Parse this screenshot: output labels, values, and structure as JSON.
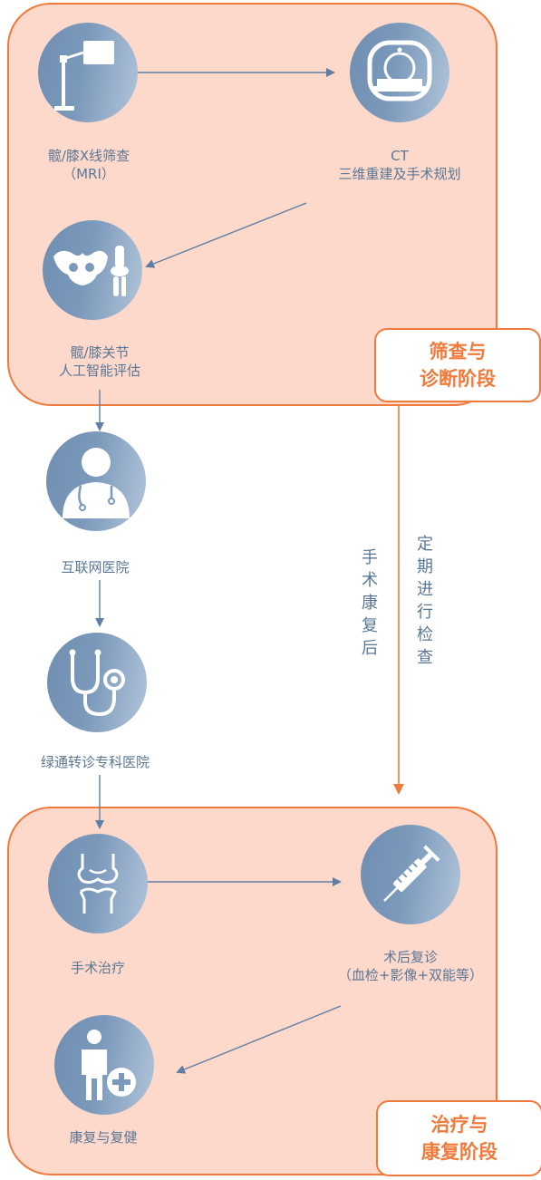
{
  "colors": {
    "accent": "#f07a3c",
    "stage_fill": "#fcd9cb",
    "node_blue": "#6f8eb1",
    "text_blue": "#5b7796",
    "arrow_blue": "#5e7ea3"
  },
  "stages": {
    "screening": "筛查与\n诊断阶段",
    "treatment": "治疗与\n康复阶段"
  },
  "nodes": {
    "xray": {
      "icon": "xray-lamp-icon",
      "label": "髋/膝X线筛查\n（MRI）"
    },
    "ct": {
      "icon": "ct-scanner-icon",
      "label": "CT\n三维重建及手术规划"
    },
    "ai": {
      "icon": "hip-knee-bones-icon",
      "label": "髋/膝关节\n人工智能评估"
    },
    "internet": {
      "icon": "doctor-icon",
      "label": "互联网医院"
    },
    "referral": {
      "icon": "stethoscope-icon",
      "label": "绿通转诊专科医院"
    },
    "surgery": {
      "icon": "knee-joint-icon",
      "label": "手术治疗"
    },
    "followup": {
      "icon": "syringe-icon",
      "label": "术后复诊\n（血检+影像+双能等）"
    },
    "rehab": {
      "icon": "person-plus-icon",
      "label": "康复与复健"
    }
  },
  "side_labels": {
    "after_surgery": "手术康复后",
    "periodic_check": "定期进行检查"
  }
}
